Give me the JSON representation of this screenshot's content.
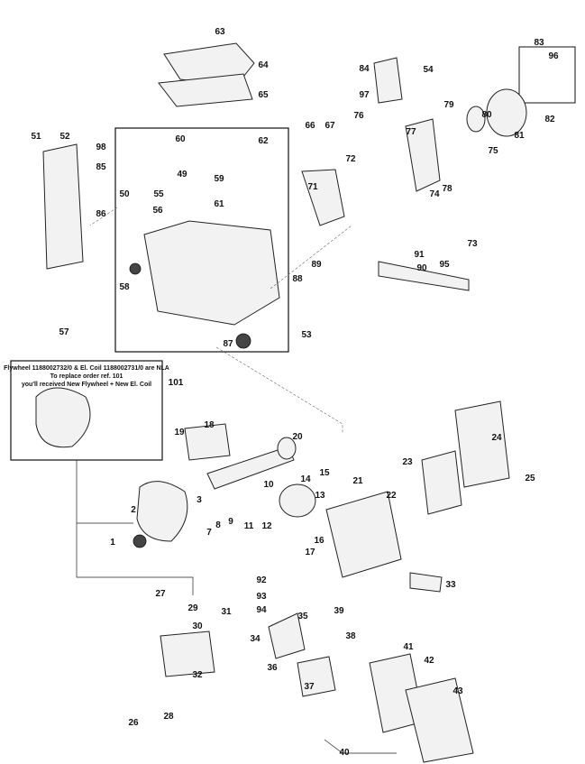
{
  "diagram": {
    "callouts": [
      "63",
      "64",
      "65",
      "83",
      "96",
      "84",
      "54",
      "97",
      "79",
      "80",
      "82",
      "81",
      "75",
      "76",
      "77",
      "66",
      "67",
      "60",
      "62",
      "59",
      "61",
      "55",
      "56",
      "49",
      "50",
      "51",
      "52",
      "98",
      "85",
      "86",
      "72",
      "74",
      "78",
      "71",
      "73",
      "91",
      "90",
      "95",
      "89",
      "88",
      "58",
      "57",
      "87",
      "53",
      "101",
      "19",
      "18",
      "20",
      "24",
      "23",
      "25",
      "2",
      "3",
      "10",
      "14",
      "15",
      "13",
      "21",
      "22",
      "7",
      "8",
      "9",
      "11",
      "12",
      "1",
      "16",
      "17",
      "92",
      "93",
      "94",
      "33",
      "27",
      "29",
      "31",
      "30",
      "35",
      "39",
      "38",
      "34",
      "41",
      "42",
      "32",
      "36",
      "37",
      "43",
      "26",
      "28",
      "40"
    ],
    "note": {
      "line1": "Flywheel 1188002732/0 & El. Coil 1188002731/0 are NLA",
      "line2": "To replace order ref. 101",
      "line3": "you'll received New Flywheel + New El. Coil"
    }
  }
}
